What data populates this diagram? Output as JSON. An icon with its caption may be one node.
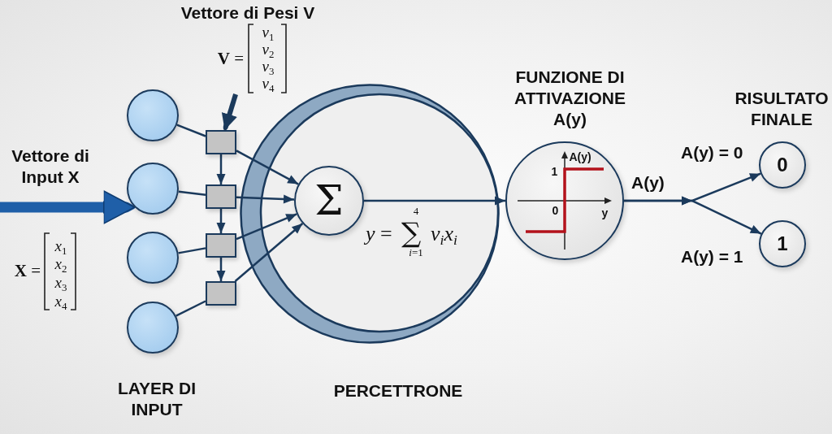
{
  "diagram": {
    "nodes": [
      {
        "text": [
          "Vettore di Pesi V",
          "**V** =",
          "*v*$_{1}$",
          "*v*$_{2}$",
          "*v*$_{3}$",
          "*v*$_{4}$"
        ]
      },
      {
        "text": [],
        "shape": "circle"
      },
      {
        "text": [],
        "shape": "circle"
      },
      {
        "text": [],
        "shape": "circle"
      },
      {
        "text": [],
        "shape": "circle"
      },
      {
        "text": [],
        "shape": "box"
      },
      {
        "text": [],
        "shape": "box"
      },
      {
        "text": [],
        "shape": "box"
      },
      {
        "text": [],
        "shape": "box"
      },
      {
        "text": [
          "PERCETTRONE"
        ]
      },
      {
        "text": [
          "Σ"
        ],
        "in": 9
      },
      {
        "text": [
          "FUNZIONE DI ATTIVAZIONE A(y)",
          "A(y)",
          "1",
          "0",
          "y"
        ]
      },
      {
        "text": [
          "0"
        ]
      },
      {
        "text": [
          "1"
        ]
      }
    ],
    "edges": [
      {
        "from": null,
        "to": 2,
        "arrow": "to",
        "label": "Vettore di Input X",
        "style": "thick",
        "color": "#1f5fa8"
      },
      {
        "from": 0,
        "to": 5,
        "arrow": "to",
        "style": "thick"
      },
      {
        "from": 1,
        "to": 5,
        "arrow": "none"
      },
      {
        "from": 2,
        "to": 6,
        "arrow": "none"
      },
      {
        "from": 3,
        "to": 7,
        "arrow": "none"
      },
      {
        "from": 4,
        "to": 8,
        "arrow": "none"
      },
      {
        "from": 5,
        "to": 6,
        "arrow": "to"
      },
      {
        "from": 6,
        "to": 7,
        "arrow": "to"
      },
      {
        "from": 7,
        "to": 8,
        "arrow": "to"
      },
      {
        "from": 5,
        "to": 10,
        "arrow": "to"
      },
      {
        "from": 6,
        "to": 10,
        "arrow": "to"
      },
      {
        "from": 7,
        "to": 10,
        "arrow": "to"
      },
      {
        "from": 8,
        "to": 10,
        "arrow": "to"
      },
      {
        "from": 10,
        "to": 11,
        "arrow": "to"
      },
      {
        "from": 11,
        "to": 12,
        "arrow": "to",
        "label": "A(y) = 0"
      },
      {
        "from": 11,
        "to": 13,
        "arrow": "to",
        "label": "A(y) = 1"
      }
    ],
    "labels": [
      "RISULTATO FINALE",
      "A(y)",
      "**X** =",
      "*x*$_{1}$",
      "*x*$_{2}$",
      "*x*$_{3}$",
      "*x*$_{4}$",
      "*y* =",
      "4",
      "∑",
      "*i*=1",
      "*v*$_{i}$*x*$_{i}$",
      "LAYER DI INPUT"
    ]
  }
}
